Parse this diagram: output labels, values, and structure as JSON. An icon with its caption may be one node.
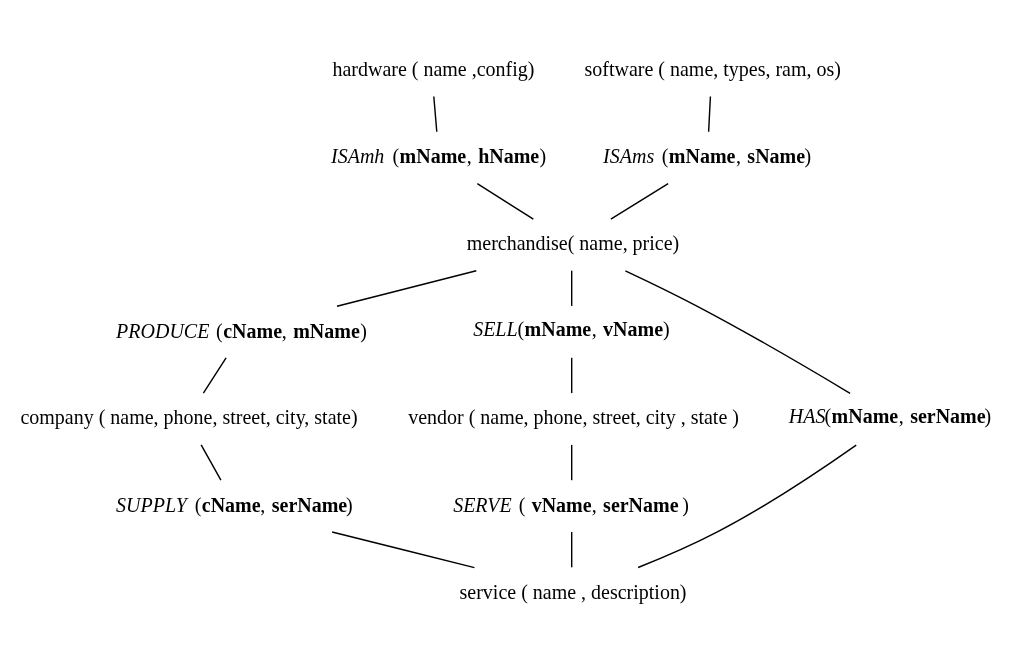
{
  "diagram": {
    "nodes": [
      {
        "text": [
          "hardware ( name ,config)"
        ]
      },
      {
        "text": [
          "*ISAmh* (**mName**, **hName**)"
        ]
      },
      {
        "text": [
          "software ( name, types, ram, os)"
        ]
      },
      {
        "text": [
          "*ISAms* (**mName**, **sName**)"
        ]
      },
      {
        "text": [
          "merchandise( name, price)"
        ]
      },
      {
        "text": [
          "*PRODUCE* (**cName**, **mName**)"
        ]
      },
      {
        "text": [
          "*SELL*(**mName**, **vName**)"
        ]
      },
      {
        "text": [
          "*HAS*(**mName**, **serName**)"
        ]
      },
      {
        "text": [
          "vendor ( name, phone, street, city , state )"
        ]
      },
      {
        "text": [
          "company ( name, phone, street, city, state)"
        ]
      },
      {
        "text": [
          "*SUPPLY* (**cName**, **serName**)"
        ]
      },
      {
        "text": [
          "*SERVE* ( **vName**, **serName** )"
        ]
      },
      {
        "text": [
          "service ( name , description)"
        ]
      }
    ],
    "edges": [
      {
        "from": 0,
        "to": 1,
        "arrow": "none"
      },
      {
        "from": 2,
        "to": 3,
        "arrow": "none"
      },
      {
        "from": 1,
        "to": 4,
        "arrow": "none"
      },
      {
        "from": 3,
        "to": 4,
        "arrow": "none"
      },
      {
        "from": 4,
        "to": 5,
        "arrow": "none"
      },
      {
        "from": 4,
        "to": 6,
        "arrow": "none"
      },
      {
        "from": 4,
        "to": 7,
        "arrow": "none"
      },
      {
        "from": 5,
        "to": 9,
        "arrow": "none"
      },
      {
        "from": 6,
        "to": 8,
        "arrow": "none"
      },
      {
        "from": 8,
        "to": 11,
        "arrow": "none"
      },
      {
        "from": 9,
        "to": 10,
        "arrow": "none"
      },
      {
        "from": 10,
        "to": 12,
        "arrow": "none"
      },
      {
        "from": 11,
        "to": 12,
        "arrow": "none"
      },
      {
        "from": 7,
        "to": 12,
        "arrow": "none"
      }
    ]
  }
}
